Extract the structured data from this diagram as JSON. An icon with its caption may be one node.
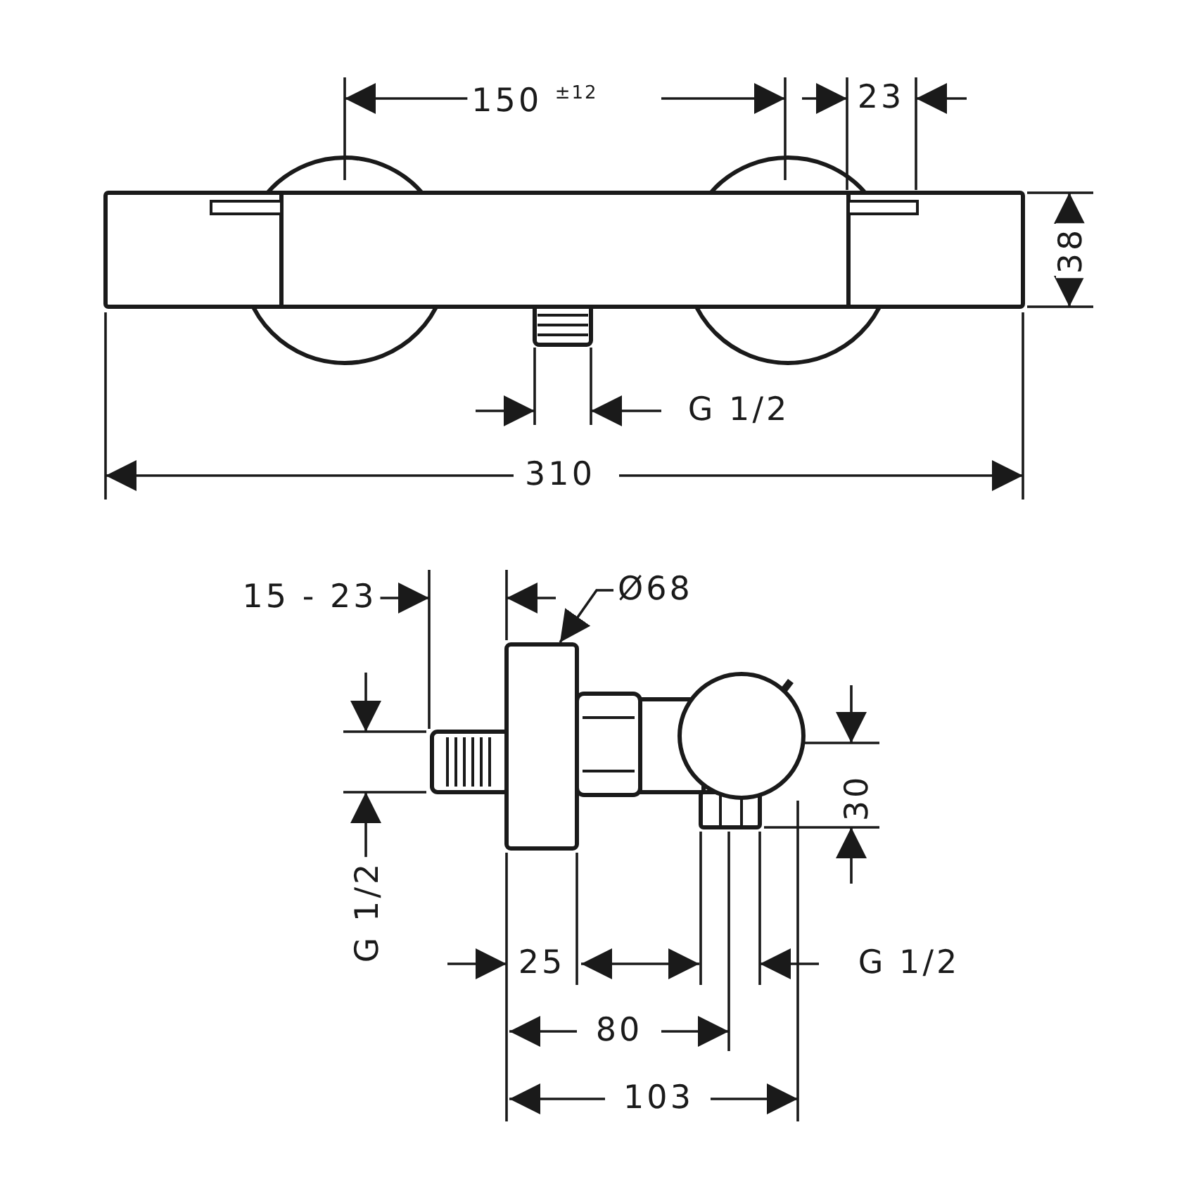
{
  "diagram": {
    "nodes": [
      {
        "text": [
          "Ø68"
        ]
      },
      {
        "text": [],
        "shape": "box"
      }
    ],
    "edges": [
      {
        "from": 0,
        "to": 1,
        "arrow": "to"
      }
    ],
    "labels": [
      "150 $^{±12}$",
      "23",
      "38",
      "G 1/2",
      "310",
      "15 - 23",
      "G 1/2",
      "30",
      "25",
      "G 1/2",
      "80",
      "103"
    ]
  }
}
